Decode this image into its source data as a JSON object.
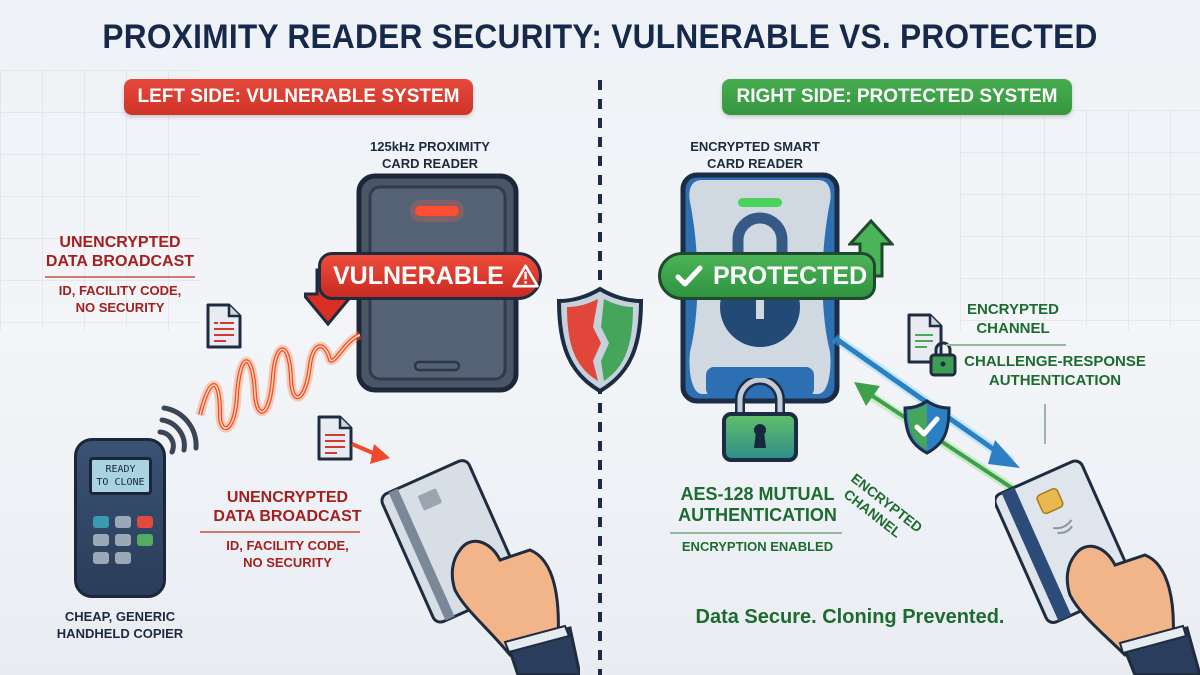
{
  "title": "PROXIMITY READER SECURITY: VULNERABLE VS. PROTECTED",
  "colors": {
    "title": "#16294a",
    "vulnerable_red": "#d93a2e",
    "vulnerable_text": "#a3201f",
    "protected_green": "#3ea149",
    "protected_text": "#1d6b30",
    "divider": "#1c2c44"
  },
  "left": {
    "header": "LEFT SIDE: VULNERABLE SYSTEM",
    "reader_label_line1": "125kHz PROXIMITY",
    "reader_label_line2": "CARD READER",
    "banner": "VULNERABLE",
    "banner_icon": "warning-triangle-icon",
    "callout_top": {
      "title_line1": "UNENCRYPTED",
      "title_line2": "DATA BROADCAST",
      "sub_line1": "ID, FACILITY CODE,",
      "sub_line2": "NO SECURITY"
    },
    "callout_bottom": {
      "title_line1": "UNENCRYPTED",
      "title_line2": "DATA BROADCAST",
      "sub_line1": "ID, FACILITY CODE,",
      "sub_line2": "NO SECURITY"
    },
    "copier": {
      "screen_line1": "READY",
      "screen_line2": "TO CLONE",
      "label_line1": "CHEAP, GENERIC",
      "label_line2": "HANDHELD COPIER"
    }
  },
  "center": {
    "shield_icon": "broken-shield-icon"
  },
  "right": {
    "header": "RIGHT SIDE: PROTECTED SYSTEM",
    "reader_label_line1": "ENCRYPTED SMART",
    "reader_label_line2": "CARD READER",
    "banner": "PROTECTED",
    "banner_icon": "checkmark-icon",
    "lock_caption": {
      "title_line1": "AES-128 MUTUAL",
      "title_line2": "AUTHENTICATION",
      "sub": "ENCRYPTION ENABLED"
    },
    "callout": {
      "title_line1": "ENCRYPTED",
      "title_line2": "CHANNEL",
      "sub_line1": "CHALLENGE-RESPONSE",
      "sub_line2": "AUTHENTICATION"
    },
    "channel_label_line1": "ENCRYPTED",
    "channel_label_line2": "CHANNEL",
    "footer": "Data Secure. Cloning Prevented."
  }
}
